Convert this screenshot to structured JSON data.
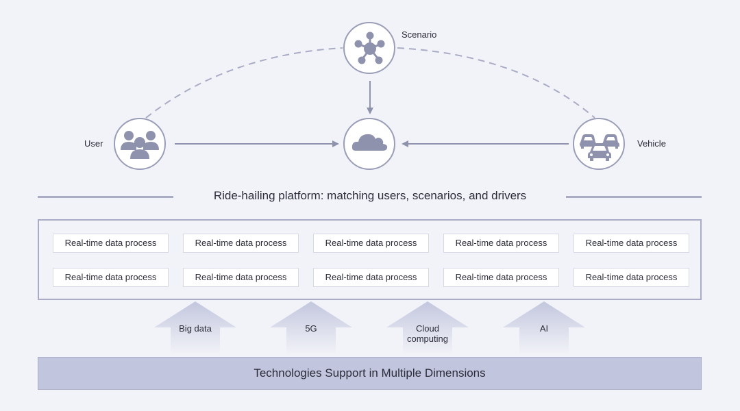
{
  "nodes": {
    "scenario": {
      "label": "Scenario"
    },
    "user": {
      "label": "User"
    },
    "vehicle": {
      "label": "Vehicle"
    },
    "platform": {
      "label": ""
    }
  },
  "platform": {
    "title": "Ride-hailing platform: matching users, scenarios, and drivers"
  },
  "processes": [
    "Real-time data process",
    "Real-time data process",
    "Real-time data process",
    "Real-time data process",
    "Real-time data process",
    "Real-time data process",
    "Real-time data process",
    "Real-time data process",
    "Real-time data process",
    "Real-time data process"
  ],
  "technologies": [
    {
      "label": "Big data"
    },
    {
      "label": "5G"
    },
    {
      "label": "Cloud\ncomputing"
    },
    {
      "label": "AI"
    }
  ],
  "footer": {
    "title": "Technologies Support in Multiple Dimensions"
  },
  "colors": {
    "background": "#f2f3f8",
    "node_border": "#9a9db7",
    "icon": "#8f92ad",
    "line": "#a9acc4",
    "footer_fill": "#c1c5dd"
  },
  "icons": {
    "scenario": "network-hub-icon",
    "user": "users-group-icon",
    "vehicle": "cars-icon",
    "platform": "cloud-icon"
  }
}
